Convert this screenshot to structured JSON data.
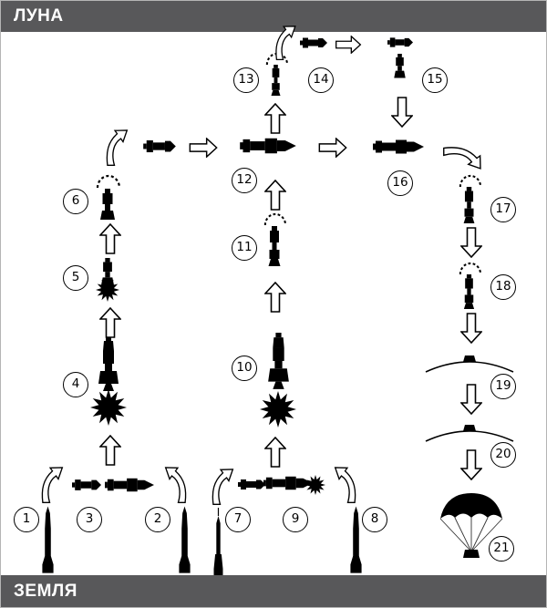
{
  "header": {
    "title": "ЛУНА"
  },
  "footer": {
    "title": "ЗЕМЛЯ"
  },
  "colors": {
    "bar_background": "#58585a",
    "bar_text": "#ffffff",
    "icon": "#000000",
    "background": "#ffffff"
  },
  "steps": [
    "1",
    "2",
    "3",
    "4",
    "5",
    "6",
    "7",
    "8",
    "9",
    "10",
    "11",
    "12",
    "13",
    "14",
    "15",
    "16",
    "17",
    "18",
    "19",
    "20",
    "21"
  ],
  "icons": {
    "rocket": "black rocket silhouette",
    "spacecraft": "black spacecraft stack silhouette",
    "engine_burst": "starburst engine firing",
    "docking_halo": "dashed arc",
    "reentry_arc": "thin arc with capsule",
    "parachute": "parachute canopy with capsule",
    "arrow": "hollow outlined arrow",
    "curved_arrow": "hollow curved arrow"
  }
}
